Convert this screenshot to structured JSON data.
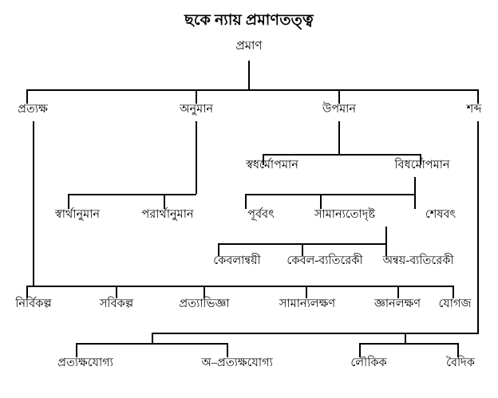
{
  "document": {
    "title": "ছকে ন্যায় প্রমাণতত্ত্ব",
    "language": "Bengali",
    "type": "hierarchy-tree-diagram"
  },
  "colors": {
    "background": "#ffffff",
    "ink": "#000000"
  },
  "tree": {
    "root": {
      "label": "প্রমাণ"
    },
    "level2": [
      {
        "label": "প্রত্যক্ষ"
      },
      {
        "label": "অনুমান"
      },
      {
        "label": "উপমান"
      },
      {
        "label": "শব্দ"
      }
    ],
    "level3": [
      {
        "label": "স্বধর্মোপমান"
      },
      {
        "label": "বিধর্মোপমান"
      }
    ],
    "level4": [
      {
        "label": "স্বার্থানুমান"
      },
      {
        "label": "পরার্থানুমান"
      },
      {
        "label": "পূর্ববৎ"
      },
      {
        "label": "সামান্যতোদৃষ্ট"
      },
      {
        "label": "শেষবৎ"
      }
    ],
    "level5": [
      {
        "label": "কেবলান্বয়ী"
      },
      {
        "label": "কেবল-ব্যতিরেকী"
      },
      {
        "label": "অন্বয়-ব্যতিরেকী"
      }
    ],
    "level6": [
      {
        "label": "নির্বিকল্প"
      },
      {
        "label": "সবিকল্প"
      },
      {
        "label": "প্রত্যাভিজ্ঞা"
      },
      {
        "label": "সামান্যলক্ষণ"
      },
      {
        "label": "জ্ঞানলক্ষণ"
      },
      {
        "label": "যোগজ"
      }
    ],
    "level7": [
      {
        "label": "প্রত্যক্ষযোগ্য"
      },
      {
        "label": "অ–প্রত্যক্ষযোগ্য"
      },
      {
        "label": "লৌকিক"
      },
      {
        "label": "বৈদিক"
      }
    ]
  }
}
